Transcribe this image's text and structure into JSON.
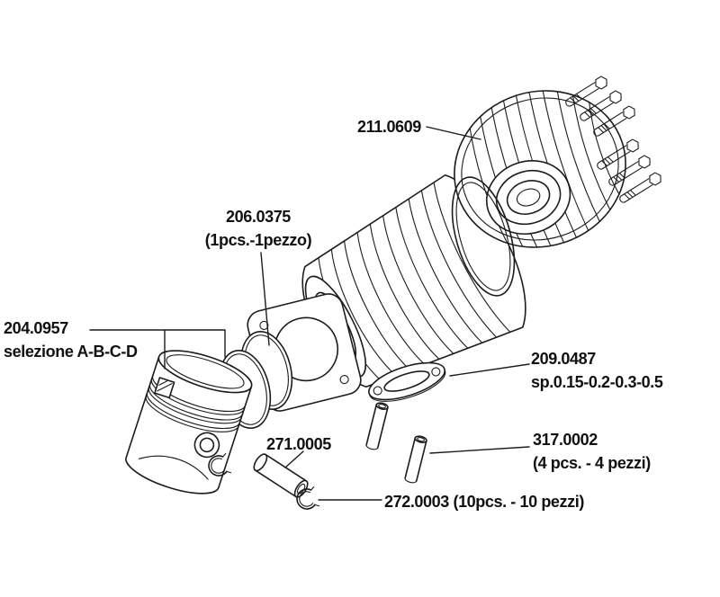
{
  "diagram": {
    "type": "exploded-parts-diagram",
    "colors": {
      "line": "#1c1c1c",
      "background": "#ffffff"
    },
    "labels": {
      "head": {
        "part": "211.0609",
        "note": ""
      },
      "head_ring": {
        "part": "206.0375",
        "note": "(1pcs.-1pezzo)"
      },
      "piston": {
        "part": "204.0957",
        "note": "selezione A-B-C-D"
      },
      "base_gasket": {
        "part": "209.0487",
        "note": "sp.0.15-0.2-0.3-0.5"
      },
      "wrist_pin": {
        "part": "271.0005",
        "note": ""
      },
      "dowel_pins": {
        "part": "317.0002",
        "note": "(4 pcs. - 4 pezzi)"
      },
      "circlips": {
        "part": "272.0003 (10pcs. - 10 pezzi)",
        "note": ""
      }
    }
  }
}
